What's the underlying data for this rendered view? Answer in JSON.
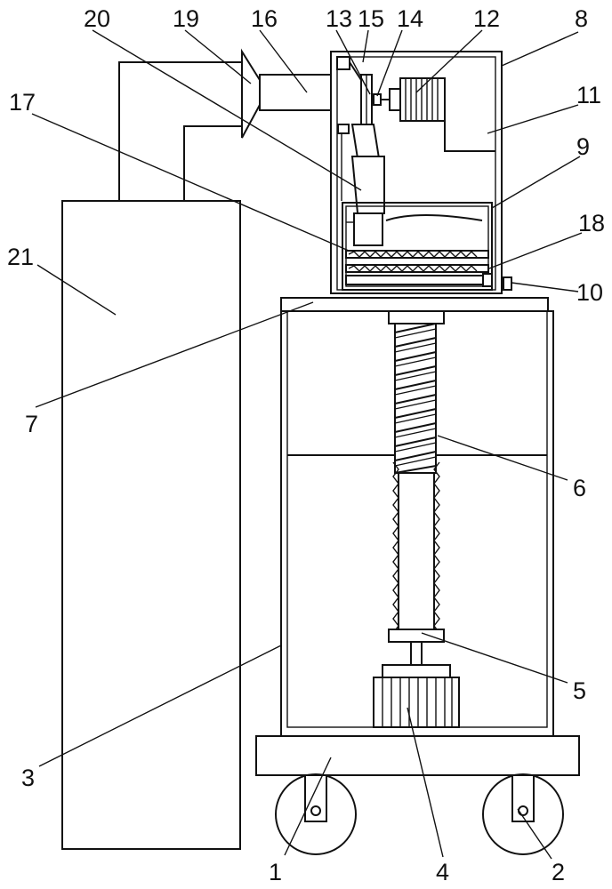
{
  "colors": {
    "stroke": "#111111",
    "background": "#ffffff"
  },
  "labels": {
    "l1": "1",
    "l2": "2",
    "l3": "3",
    "l4": "4",
    "l5": "5",
    "l6": "6",
    "l7": "7",
    "l8": "8",
    "l9": "9",
    "l10": "10",
    "l11": "11",
    "l12": "12",
    "l13": "13",
    "l14": "14",
    "l15": "15",
    "l16": "16",
    "l17": "17",
    "l18": "18",
    "l19": "19",
    "l20": "20",
    "l21": "21"
  }
}
